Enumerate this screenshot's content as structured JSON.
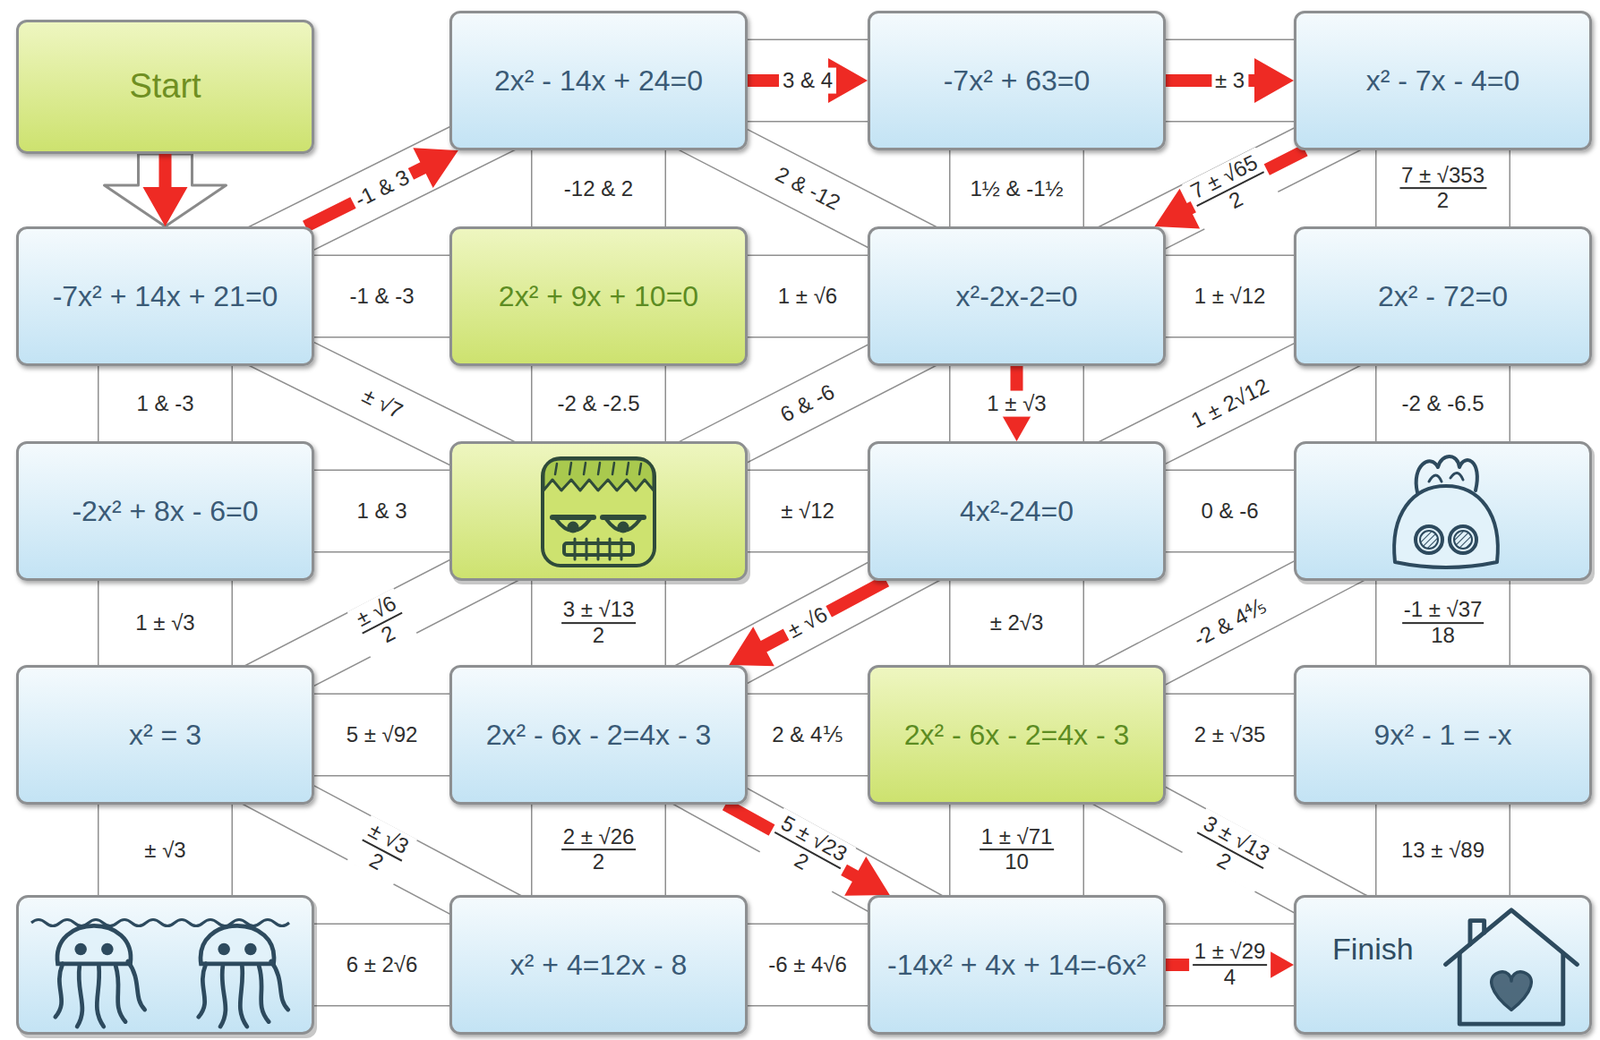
{
  "diagram": {
    "nodes": [
      {
        "text": [
          "Start"
        ]
      },
      {
        "text": [
          "2x² - 14x + 24=0"
        ]
      },
      {
        "text": [
          "-7x² + 63=0"
        ]
      },
      {
        "text": [
          "x² - 7x - 4=0"
        ]
      },
      {
        "text": [
          "-7x² + 14x + 21=0"
        ]
      },
      {
        "text": [
          "2x² + 9x + 10=0"
        ]
      },
      {
        "text": [
          "x²-2x-2=0"
        ]
      },
      {
        "text": [
          "2x² - 72=0"
        ]
      },
      {
        "text": [
          "-2x² + 8x - 6=0"
        ]
      },
      {
        "text": [
          "4x²-24=0"
        ]
      },
      {
        "text": [
          "x² = 3"
        ]
      },
      {
        "text": [
          "2x² - 6x - 2=4x - 3"
        ]
      },
      {
        "text": [
          "2x² - 6x - 2=4x - 3"
        ]
      },
      {
        "text": [
          "9x² - 1 = -x"
        ]
      },
      {
        "text": [
          "x² + 4=12x - 8"
        ]
      },
      {
        "text": [
          "-14x² + 4x + 14=-6x²"
        ]
      },
      {
        "text": [
          "Finish"
        ]
      }
    ],
    "edges": [
      {
        "from": 1,
        "to": 2,
        "label": "3 & 4",
        "arrow": "none"
      },
      {
        "from": 2,
        "to": 3,
        "label": "± 3",
        "arrow": "none"
      },
      {
        "from": 4,
        "to": 1,
        "label": "-1 & 3",
        "arrow": "none"
      },
      {
        "from": 1,
        "to": 5,
        "label": "-12 & 2",
        "arrow": "none"
      },
      {
        "from": 1,
        "to": 6,
        "label": "2 & -12",
        "arrow": "none"
      },
      {
        "from": 2,
        "to": 6,
        "label": "1½ & -1½",
        "arrow": "none"
      },
      {
        "from": 3,
        "to": 6,
        "label": "7 ± √65 2",
        "arrow": "none"
      },
      {
        "from": 3,
        "to": 7,
        "label": "7 ± √353 2",
        "arrow": "none"
      },
      {
        "from": 4,
        "to": 5,
        "label": "-1 & -3",
        "arrow": "none"
      },
      {
        "from": 5,
        "to": 6,
        "label": "1 ± √6",
        "arrow": "none"
      },
      {
        "from": 6,
        "to": 7,
        "label": "1 ± √12",
        "arrow": "none"
      },
      {
        "from": 4,
        "to": 8,
        "label": "1 & -3",
        "arrow": "none"
      },
      {
        "from": 6,
        "to": 9,
        "label": "1 ± √3",
        "arrow": "none"
      },
      {
        "from": 9,
        "to": 7,
        "label": "1 ± 2√12",
        "arrow": "none"
      },
      {
        "from": 8,
        "to": 10,
        "label": "1 ± √3",
        "arrow": "none"
      },
      {
        "from": 9,
        "to": 11,
        "label": "± √6",
        "arrow": "none"
      },
      {
        "from": 9,
        "to": 12,
        "label": "± 2√3",
        "arrow": "none"
      },
      {
        "from": 10,
        "to": 11,
        "label": "5 ± √92",
        "arrow": "none"
      },
      {
        "from": 11,
        "to": 12,
        "label": "2 & 4⅕",
        "arrow": "none"
      },
      {
        "from": 12,
        "to": 13,
        "label": "2 ± √35",
        "arrow": "none"
      },
      {
        "from": 10,
        "to": 14,
        "label": "± √3 2",
        "arrow": "none"
      },
      {
        "from": 11,
        "to": 14,
        "label": "2 ± √26 2",
        "arrow": "none"
      },
      {
        "from": 11,
        "to": 15,
        "label": "5 ± √23 2",
        "arrow": "none"
      },
      {
        "from": 12,
        "to": 15,
        "label": "1 ± √71 10",
        "arrow": "none"
      },
      {
        "from": 12,
        "to": 16,
        "label": "3 ± √13 2",
        "arrow": "none"
      },
      {
        "from": 13,
        "to": 16,
        "label": "13 ± √89",
        "arrow": "none"
      },
      {
        "from": 14,
        "to": 15,
        "label": "-6 ± 4√6",
        "arrow": "none"
      },
      {
        "from": 15,
        "to": 16,
        "label": "1 ± √29 4",
        "arrow": "none"
      },
      {
        "from": 0,
        "to": 4,
        "arrow": "to"
      },
      {
        "from": 0,
        "to": 4,
        "arrow": "to"
      },
      {
        "from": 4,
        "to": 1,
        "arrow": "to"
      },
      {
        "from": 1,
        "to": 2,
        "arrow": "to"
      },
      {
        "from": 2,
        "to": 3,
        "arrow": "to"
      },
      {
        "from": 3,
        "to": 6,
        "arrow": "to"
      },
      {
        "from": 6,
        "to": 9,
        "arrow": "to"
      },
      {
        "from": 9,
        "to": 11,
        "arrow": "to"
      },
      {
        "from": 11,
        "to": 15,
        "arrow": "to"
      },
      {
        "from": 15,
        "to": 16,
        "arrow": "to"
      }
    ],
    "labels": [
      "± √7",
      "-2 & -2.5",
      "6 & -6",
      "-2 & -6.5",
      "1 & 3",
      "± √12",
      "0 & -6",
      "± √6 2",
      "3 ± √13 2",
      "-2 & 4⅘",
      "-1 ± √37 18",
      "± √3",
      "6 ± 2√6"
    ]
  }
}
